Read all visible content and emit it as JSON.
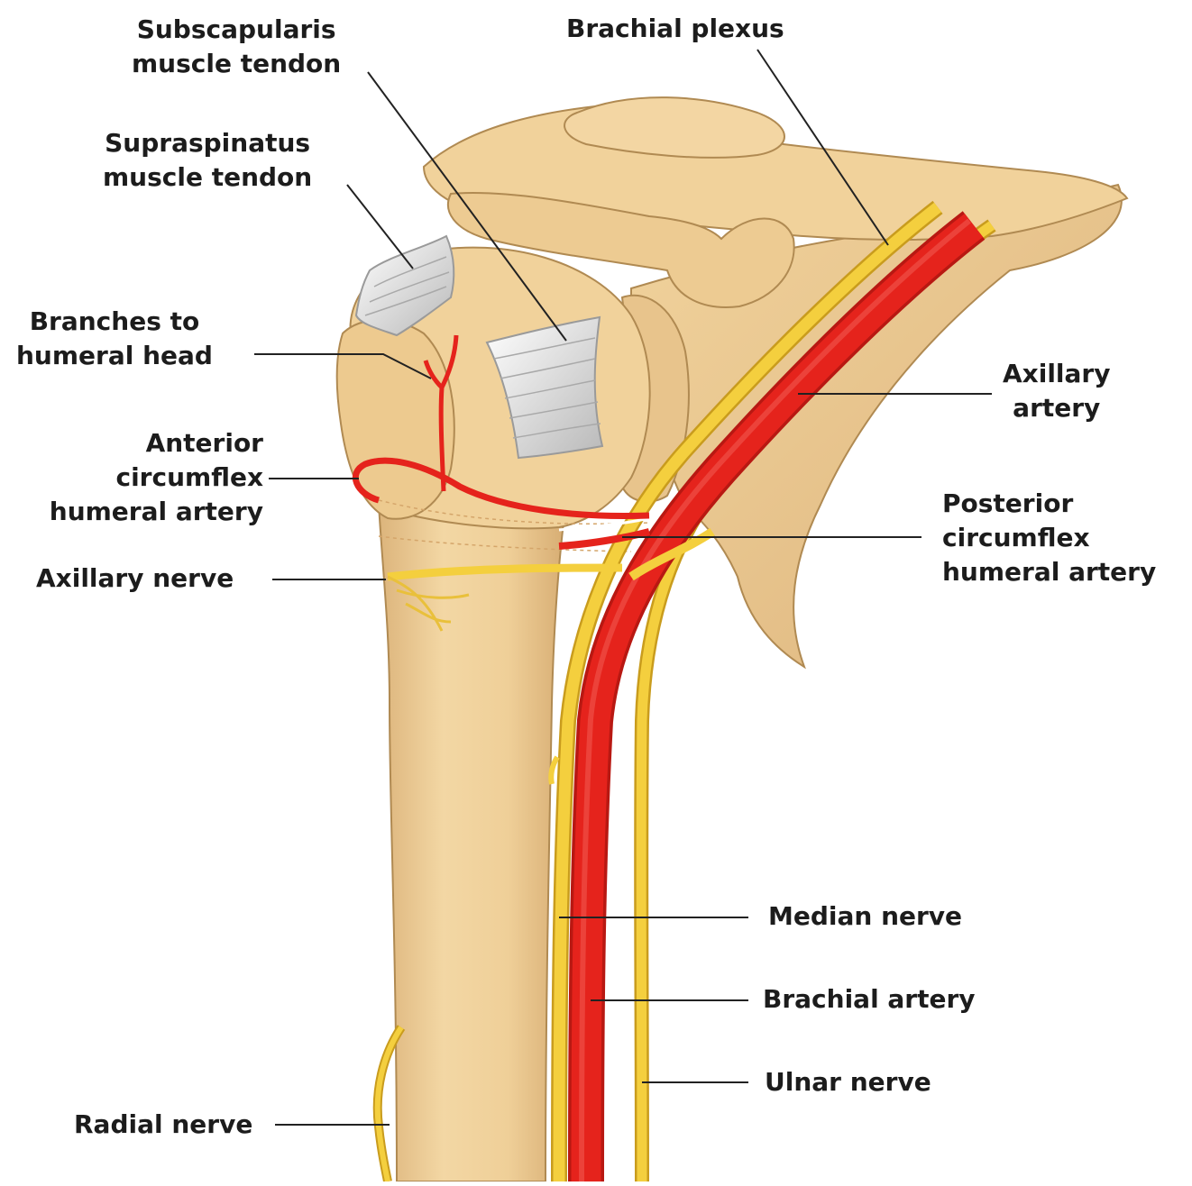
{
  "labels": {
    "subscapularis": [
      "Subscapularis",
      "muscle tendon"
    ],
    "supraspinatus": [
      "Supraspinatus",
      "muscle tendon"
    ],
    "brachial_plexus": "Brachial plexus",
    "branches_humeral_head": [
      "Branches to",
      "humeral head"
    ],
    "anterior_circumflex": [
      "Anterior",
      "circumflex",
      "humeral artery"
    ],
    "axillary_nerve": "Axillary nerve",
    "axillary_artery": [
      "Axillary",
      "artery"
    ],
    "posterior_circumflex": [
      "Posterior",
      "circumflex",
      "humeral artery"
    ],
    "median_nerve": "Median nerve",
    "brachial_artery": "Brachial artery",
    "ulnar_nerve": "Ulnar nerve",
    "radial_nerve": "Radial nerve"
  },
  "colors": {
    "bone": "#efcf98",
    "bone_shadow": "#d9b27a",
    "bone_outline": "#b08a52",
    "artery": "#e5231c",
    "artery_dark": "#b81812",
    "nerve": "#f4cf3e",
    "nerve_dark": "#c99c1d",
    "tendon": "#dcdcdc",
    "leader": "#222222"
  }
}
